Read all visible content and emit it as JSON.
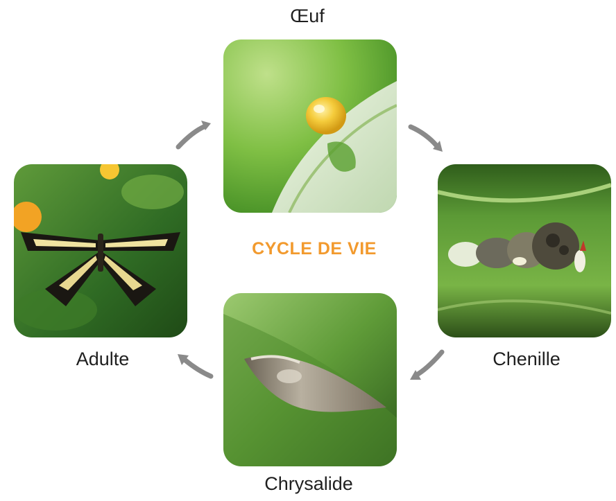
{
  "diagram": {
    "title": "CYCLE DE VIE",
    "title_color": "#f29a2e",
    "arrow_color": "#8a8a8a",
    "stages": [
      {
        "label": "Œuf",
        "image": "egg-photo"
      },
      {
        "label": "Chenille",
        "image": "caterpillar-photo"
      },
      {
        "label": "Chrysalide",
        "image": "chrysalis-photo"
      },
      {
        "label": "Adulte",
        "image": "butterfly-photo"
      }
    ]
  }
}
